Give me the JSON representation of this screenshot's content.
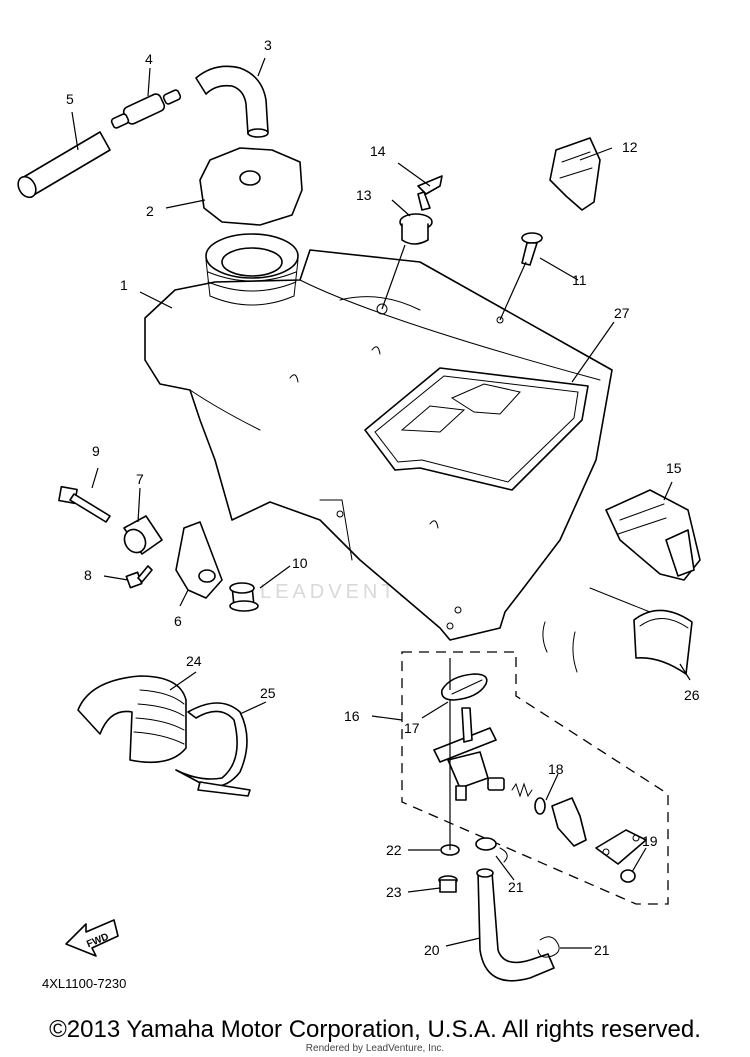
{
  "diagram_code": "4XL1100-7230",
  "copyright": "©2013 Yamaha Motor Corporation, U.S.A. All rights reserved.",
  "rendered_by": "Rendered by LeadVenture, Inc.",
  "watermark": "LEADVENTURE",
  "fwd_label": "FWD",
  "callouts": [
    "1",
    "2",
    "3",
    "4",
    "5",
    "6",
    "7",
    "8",
    "9",
    "10",
    "11",
    "12",
    "13",
    "14",
    "15",
    "16",
    "17",
    "18",
    "19",
    "20",
    "21",
    "22",
    "23",
    "24",
    "25",
    "26",
    "27",
    "21"
  ]
}
